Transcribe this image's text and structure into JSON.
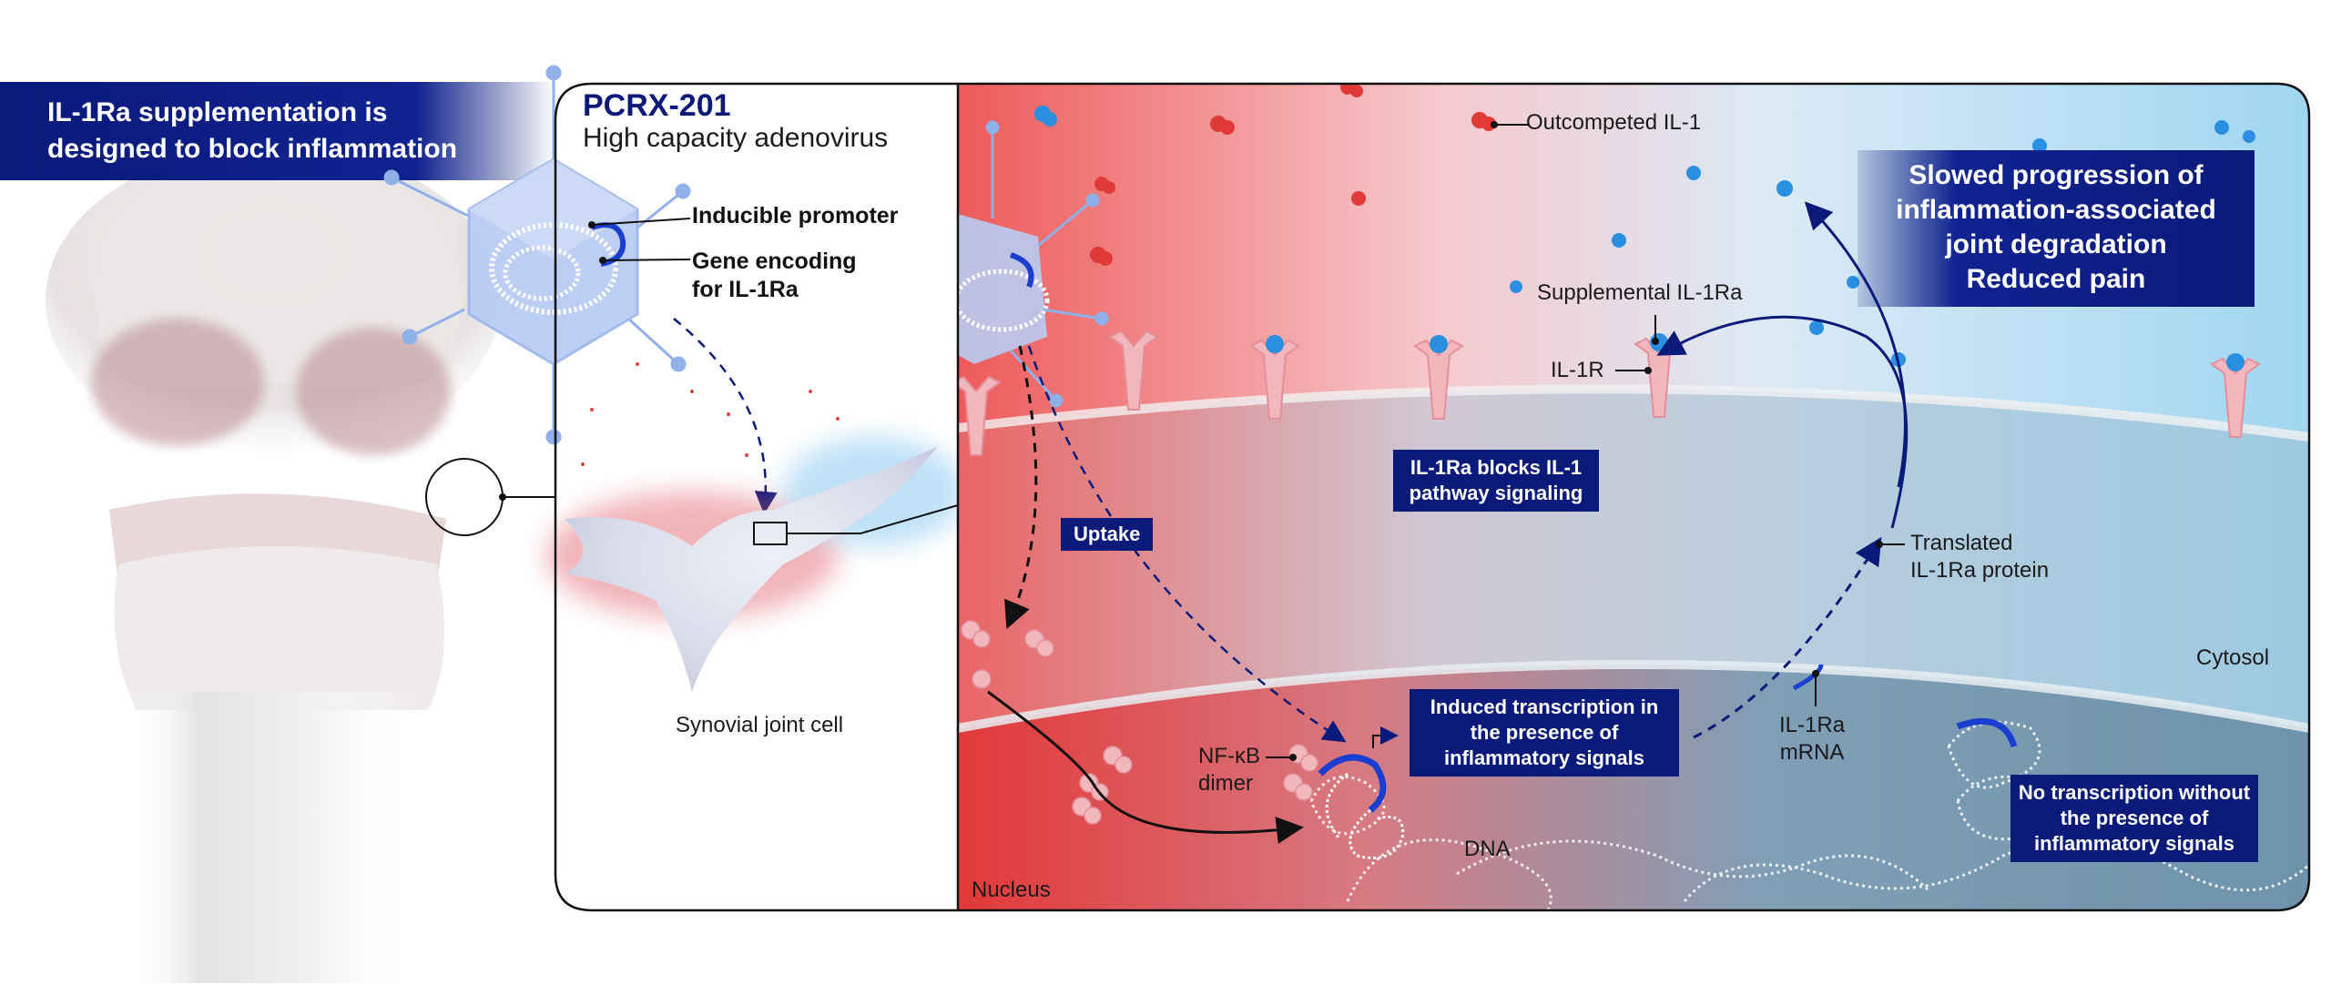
{
  "header": {
    "line1": "IL-1Ra supplementation is",
    "line2": "designed to block inflammation"
  },
  "vector": {
    "name": "PCRX-201",
    "subtitle": "High capacity adenovirus",
    "promoter": "Inducible promoter",
    "gene_line1": "Gene encoding",
    "gene_line2": "for IL-1Ra"
  },
  "cell": {
    "label": "Synovial joint cell"
  },
  "labels": {
    "outcompeted": "Outcompeted IL-1",
    "supplemental": "Supplemental IL-1Ra",
    "il1r": "IL-1R",
    "uptake": "Uptake",
    "blocks_line1": "IL-1Ra blocks IL-1",
    "blocks_line2": "pathway signaling",
    "translated_line1": "Translated",
    "translated_line2": "IL-1Ra protein",
    "cytosol": "Cytosol",
    "induced_line1": "Induced transcription in",
    "induced_line2": "the presence of",
    "induced_line3": "inflammatory signals",
    "nfkb_line1": "NF-κB",
    "nfkb_line2": "dimer",
    "mrna_line1": "IL-1Ra",
    "mrna_line2": "mRNA",
    "dna": "DNA",
    "nucleus": "Nucleus",
    "no_tx_line1": "No transcription without",
    "no_tx_line2": "the presence of",
    "no_tx_line3": "inflammatory signals"
  },
  "outcome": {
    "line1": "Slowed progression of",
    "line2": "inflammation-associated",
    "line3": "joint degradation",
    "line4": "Reduced pain"
  },
  "colors": {
    "navy": "#0a1a7a",
    "inflammation_red": "#e84a4a",
    "blocked_blue": "#a9d8f2",
    "il1_red": "#e03a36",
    "il1ra_blue": "#2a8fe0"
  }
}
